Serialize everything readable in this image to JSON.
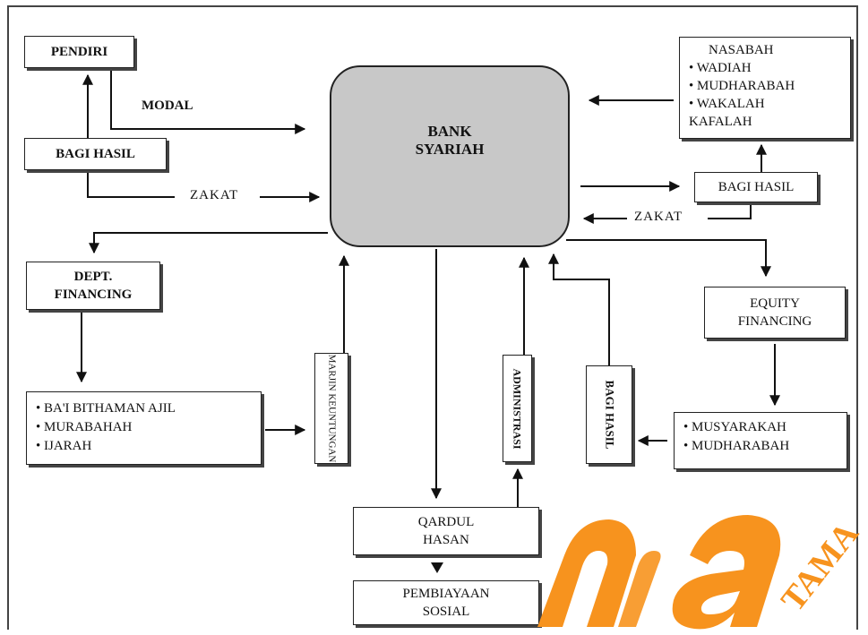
{
  "bank": {
    "line1": "BANK",
    "line2": "SYARIAH"
  },
  "pendiri": "PENDIRI",
  "modal": "MODAL",
  "bagi_hasil_left": "BAGI HASIL",
  "zakat_left": "ZAKAT",
  "nasabah": {
    "title": "NASABAH",
    "items": [
      "WADIAH",
      "MUDHARABAH",
      "WAKALAH"
    ],
    "tail": "KAFALAH"
  },
  "bagi_hasil_right": "BAGI HASIL",
  "zakat_right": "ZAKAT",
  "dept_financing": {
    "line1": "DEPT.",
    "line2": "FINANCING"
  },
  "financing_products": [
    "BA'I BITHAMAN AJIL",
    "MURABAHAH",
    "IJARAH"
  ],
  "margin_keuntungan": "MARJIN KEUNTUNGAN",
  "administrasi": "ADMINISTRASI",
  "bagi_hasil_vertical": "BAGI HASIL",
  "equity_financing": {
    "line1": "EQUITY",
    "line2": "FINANCING"
  },
  "equity_products": [
    "MUSYARAKAH",
    "MUDHARABAH"
  ],
  "qardul_hasan": {
    "line1": "QARDUL",
    "line2": "HASAN"
  },
  "pembiayaan_sosial": {
    "line1": "PEMBIAYAAN",
    "line2": "SOSIAL"
  },
  "watermark": {
    "text": "TAMA",
    "color": "#f7931e"
  }
}
